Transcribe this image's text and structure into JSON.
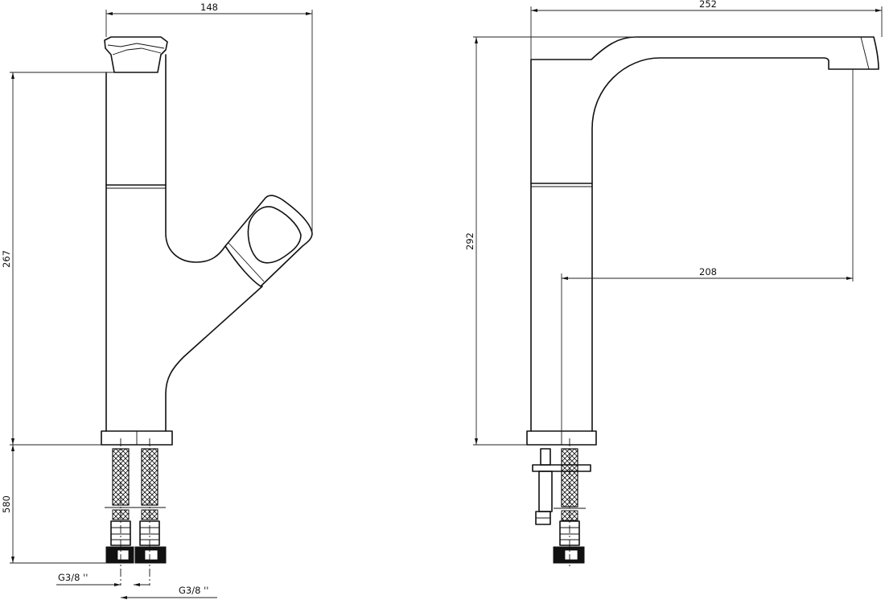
{
  "dimensions": {
    "front_width": "148",
    "front_height": "267",
    "hose_length": "580",
    "thread_left": "G3/8 ''",
    "thread_right": "G3/8 ''",
    "side_width": "252",
    "side_height": "292",
    "spout_reach": "208"
  }
}
